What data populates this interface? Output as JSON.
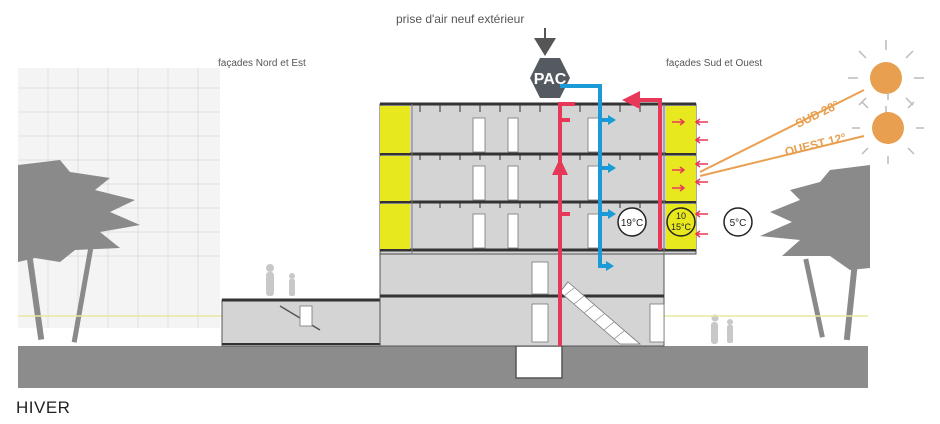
{
  "labels": {
    "air_intake": "prise d'air neuf extérieur",
    "facades_north_east": "façades Nord et Est",
    "facades_south_west": "façades Sud et Ouest",
    "heat_pump": "PAC",
    "sun_south": "SUD 28°",
    "sun_west": "OUEST 12°",
    "temp_inside": "19°C",
    "temp_buffer_top": "10",
    "temp_buffer_bottom": "15°C",
    "temp_outside": "5°C",
    "season": "HIVER"
  },
  "colors": {
    "warm_air": "#e8385a",
    "fresh_air": "#1a9ad6",
    "buffer_space": "#e8e81e",
    "sun": "#e8a050",
    "sun_label": "#e8a050",
    "heat_pump": "#555a60",
    "ground": "#8c8c8c",
    "building": "#d4d4d4"
  },
  "icons": {
    "air_intake_arrow": "arrow-down-icon",
    "sun": "sun-icon"
  }
}
